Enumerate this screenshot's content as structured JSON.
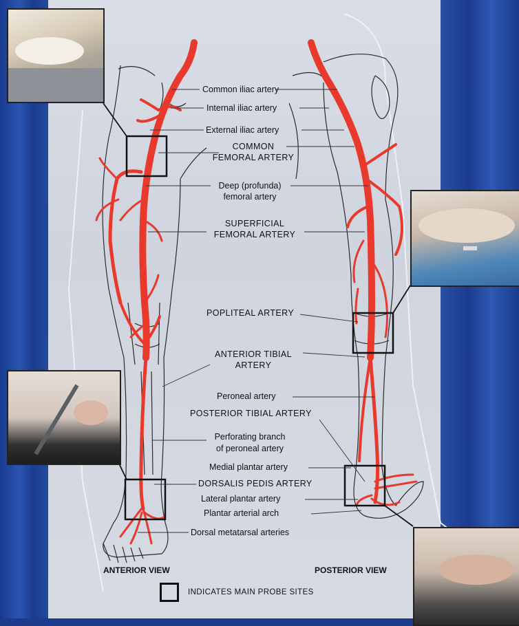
{
  "labels": {
    "common_iliac": "Common iliac artery",
    "internal_iliac": "Internal iliac artery",
    "external_iliac": "External iliac artery",
    "common_femoral_1": "COMMON",
    "common_femoral_2": "FEMORAL ARTERY",
    "deep_femoral_1": "Deep (profunda)",
    "deep_femoral_2": "femoral artery",
    "superficial_femoral_1": "SUPERFICIAL",
    "superficial_femoral_2": "FEMORAL ARTERY",
    "popliteal": "POPLITEAL ARTERY",
    "anterior_tibial_1": "ANTERIOR TIBIAL",
    "anterior_tibial_2": "ARTERY",
    "peroneal": "Peroneal artery",
    "posterior_tibial": "POSTERIOR TIBIAL ARTERY",
    "perforating_1": "Perforating branch",
    "perforating_2": "of peroneal artery",
    "medial_plantar": "Medial plantar artery",
    "dorsalis_pedis": "DORSALIS PEDIS ARTERY",
    "lateral_plantar": "Lateral plantar artery",
    "plantar_arch": "Plantar arterial arch",
    "dorsal_metatarsal": "Dorsal metatarsal arteries"
  },
  "views": {
    "anterior": "ANTERIOR VIEW",
    "posterior": "POSTERIOR VIEW"
  },
  "legend": {
    "text": "INDICATES MAIN PROBE SITES"
  },
  "colors": {
    "artery": "#e8392c",
    "outline": "#2a2a2a",
    "background_blue": "#1c3b8a",
    "panel": "#d5d9e2"
  }
}
